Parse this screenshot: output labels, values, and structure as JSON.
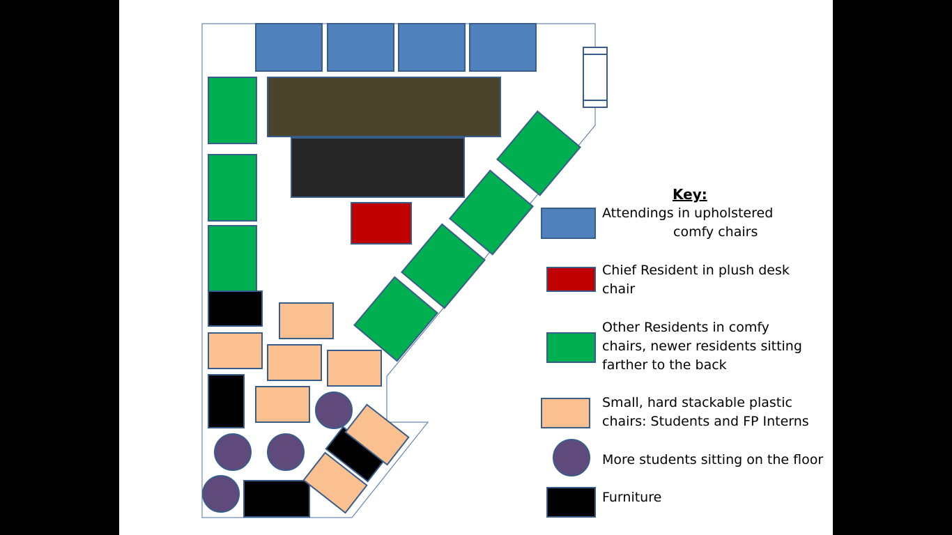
{
  "colors": {
    "attending": "#4F81BD",
    "chief": "#C00000",
    "resident": "#00B050",
    "stackable": "#FAC090",
    "floor": "#604A7B",
    "furniture": "#000000",
    "desk_brown": "#4B432C",
    "desk_dark": "#262626",
    "border": "#385D8A"
  },
  "key": {
    "title": "Key:",
    "items": [
      {
        "id": "attending",
        "line1": "Attendings in upholstered",
        "line2": "comfy chairs"
      },
      {
        "id": "chief",
        "line1": "Chief Resident in plush desk",
        "line2": "chair"
      },
      {
        "id": "resident",
        "line1": "Other Residents in comfy",
        "line2": "chairs, newer residents sitting",
        "line3": "farther to the back"
      },
      {
        "id": "stackable",
        "line1": "Small, hard stackable plastic",
        "line2": "chairs: Students and FP Interns"
      },
      {
        "id": "floor",
        "line1": "More students sitting on the floor"
      },
      {
        "id": "furniture",
        "line1": "Furniture"
      }
    ]
  }
}
